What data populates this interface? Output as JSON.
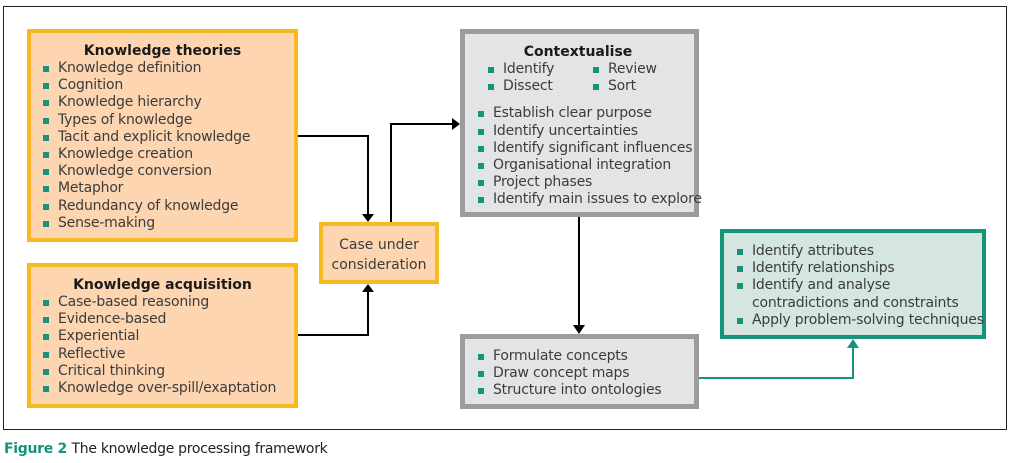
{
  "figure": {
    "label": "Figure 2",
    "title": "The knowledge processing framework"
  },
  "colors": {
    "orange_fill": "#fdd5b1",
    "orange_border": "#f7b921",
    "grey_fill": "#e3e4e6",
    "grey_border": "#9c9c9c",
    "green_fill": "#d5e6e1",
    "green_accent": "#17927c"
  },
  "knowledge_theories": {
    "title": "Knowledge theories",
    "items": [
      "Knowledge definition",
      "Cognition",
      "Knowledge hierarchy",
      "Types of knowledge",
      "Tacit and explicit knowledge",
      "Knowledge creation",
      "Knowledge conversion",
      "Metaphor",
      "Redundancy of knowledge",
      "Sense-making"
    ]
  },
  "knowledge_acquisition": {
    "title": "Knowledge acquisition",
    "items": [
      "Case-based reasoning",
      "Evidence-based",
      "Experiential",
      "Reflective",
      "Critical thinking",
      "Knowledge over-spill/exaptation"
    ]
  },
  "case": {
    "line1": "Case under",
    "line2": "consideration"
  },
  "contextualise": {
    "title": "Contextualise",
    "top_left": [
      "Identify",
      "Dissect"
    ],
    "top_right": [
      "Review",
      "Sort"
    ],
    "items": [
      "Establish clear purpose",
      "Identify uncertainties",
      "Identify significant influences",
      "Organisational integration",
      "Project phases",
      "Identify main issues to explore"
    ]
  },
  "concepts": {
    "items": [
      "Formulate concepts",
      "Draw concept maps",
      "Structure into ontologies"
    ]
  },
  "analysis": {
    "items": [
      "Identify attributes",
      "Identify relationships",
      "Identify and analyse contradictions and constraints",
      "Apply problem-solving techniques"
    ]
  }
}
